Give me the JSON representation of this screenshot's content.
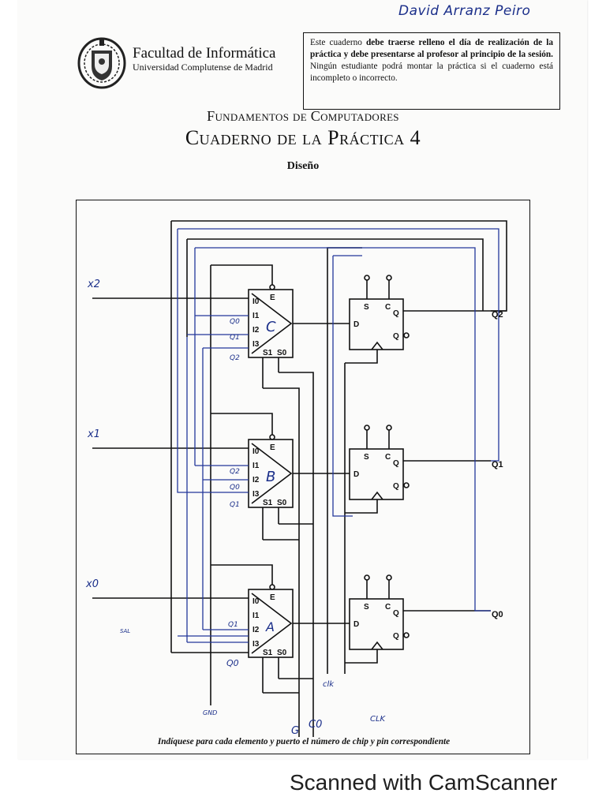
{
  "author": "David Arranz Peiro",
  "header": {
    "faculty": "Facultad de Informática",
    "university": "Universidad Complutense de Madrid",
    "notice": {
      "p1": "Este cuaderno ",
      "b1": "debe traerse relleno el día de realización de la práctica y debe presentarse al profesor al principio de la sesión.",
      "p2": " Ningún estudiante podrá montar la práctica si el cuaderno está incompleto o incorrecto."
    }
  },
  "course": "Fundamentos de Computadores",
  "title": "Cuaderno de la Práctica 4",
  "subtitle": "Diseño",
  "diagram": {
    "caption": "Indíquese para cada elemento y puerto el número de chip y pin correspondiente",
    "pins": {
      "i0": "I0",
      "i1": "I1",
      "i2": "I2",
      "i3": "I3",
      "e": "E",
      "s1": "S1",
      "s0": "S0",
      "s": "S",
      "c": "C",
      "d": "D",
      "q": "Q"
    },
    "mux_names": {
      "top": "C",
      "mid": "B",
      "bot": "A"
    },
    "outputs": {
      "top": "Q2",
      "mid": "Q1",
      "bot": "Q0"
    },
    "handwritten": {
      "x2": "x2",
      "x1": "x1",
      "x0": "x0",
      "top_q0": "Q0",
      "top_q1": "Q1",
      "top_q2": "Q2",
      "mid_q2": "Q2",
      "mid_q0": "Q0",
      "mid_q1": "Q1",
      "bot_q1": "Q1",
      "bot_q0": "Q0",
      "gnd": "GND",
      "g": "G",
      "c0": "C0",
      "clk_mid": "clk",
      "clk_bot": "CLK",
      "sal": "SAL"
    }
  },
  "watermark": "Scanned with CamScanner"
}
